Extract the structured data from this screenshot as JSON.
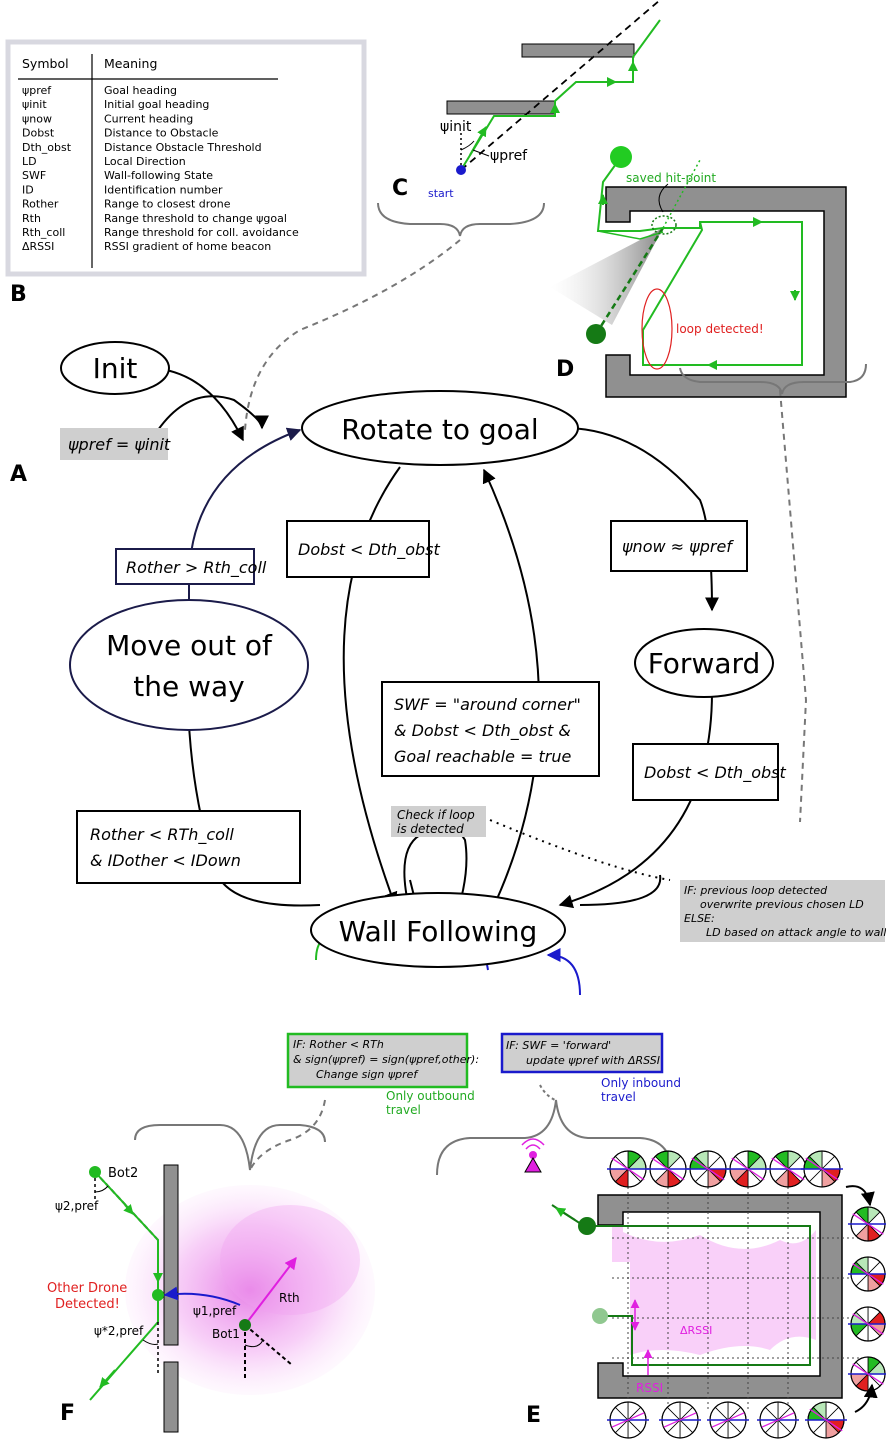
{
  "panel_labels": {
    "a": "A",
    "b": "B",
    "c": "C",
    "d": "D",
    "e": "E",
    "f": "F"
  },
  "legend": {
    "header_symbol": "Symbol",
    "header_meaning": "Meaning",
    "rows": [
      {
        "symbol": "ψpref",
        "meaning": "Goal heading"
      },
      {
        "symbol": "ψinit",
        "meaning": "Initial goal heading"
      },
      {
        "symbol": "ψnow",
        "meaning": "Current heading"
      },
      {
        "symbol": "Dobst",
        "meaning": "Distance to Obstacle"
      },
      {
        "symbol": "Dth_obst",
        "meaning": "Distance Obstacle Threshold"
      },
      {
        "symbol": "LD",
        "meaning": "Local Direction"
      },
      {
        "symbol": "SWF",
        "meaning": "Wall-following State"
      },
      {
        "symbol": "ID",
        "meaning": "Identification number"
      },
      {
        "symbol": "Rother",
        "meaning": "Range to closest drone"
      },
      {
        "symbol": "Rth",
        "meaning": "Range threshold to change ψgoal"
      },
      {
        "symbol": "Rth_coll",
        "meaning": "Range threshold for coll. avoidance"
      },
      {
        "symbol": "ΔRSSI",
        "meaning": "RSSI gradient of home beacon"
      }
    ]
  },
  "states": {
    "init": "Init",
    "rotate": "Rotate to goal",
    "forward": "Forward",
    "move_line1": "Move out of",
    "move_line2": "the way",
    "wall": "Wall Following"
  },
  "transitions": {
    "init_assign": "ψpref = ψinit",
    "rother_gt": "Rother > Rth_coll",
    "dobst_lt_1": "Dobst < Dth_obst",
    "psi_now": "ψnow ≈ ψpref",
    "around_l1": "SWF = \"around corner\"",
    "around_l2": "&   Dobst < Dth_obst   &",
    "around_l3": "Goal reachable = true",
    "dobst_lt_2": "Dobst < Dth_obst",
    "rother_lt_l1": "Rother < RTh_coll",
    "rother_lt_l2": "&      IDother < IDown",
    "check_loop_l1": "Check if loop",
    "check_loop_l2": "is detected",
    "ld_l1": "IF: previous loop detected",
    "ld_l2": "overwrite previous chosen LD",
    "ld_l3": "ELSE:",
    "ld_l4": "LD based on attack angle to wall",
    "out_l1": "IF: Rother < RTh",
    "out_l2": "& sign(ψpref) = sign(ψpref,other):",
    "out_l3": "Change sign ψpref",
    "out_note_l1": "Only outbound",
    "out_note_l2": "travel",
    "in_l1": "IF: SWF = 'forward'",
    "in_l2": "update ψpref with ΔRSSI",
    "in_note_l1": "Only inbound",
    "in_note_l2": "travel"
  },
  "panel_c": {
    "psi_init": "ψinit",
    "psi_pref": "ψpref",
    "start": "start"
  },
  "panel_d": {
    "saved_hit_point": "saved hit-point",
    "loop_detected": "loop detected!"
  },
  "panel_e": {
    "delta_rssi": "ΔRSSI",
    "rssi": "RSSI"
  },
  "panel_f": {
    "bot2": "Bot2",
    "psi2pref": "ψ2,pref",
    "other_l1": "Other Drone",
    "other_l2": "Detected!",
    "psi1pref": "ψ1,pref",
    "rth": "Rth",
    "psi2pref_star": "ψ*2,pref",
    "bot1": "Bot1"
  },
  "colors": {
    "green": "#22bb22",
    "dark_green": "#157a15",
    "blue": "#1a1acc",
    "magenta": "#e020e0",
    "red": "#e02020",
    "gray_wall": "#909090",
    "note_gray": "#cccccc"
  }
}
